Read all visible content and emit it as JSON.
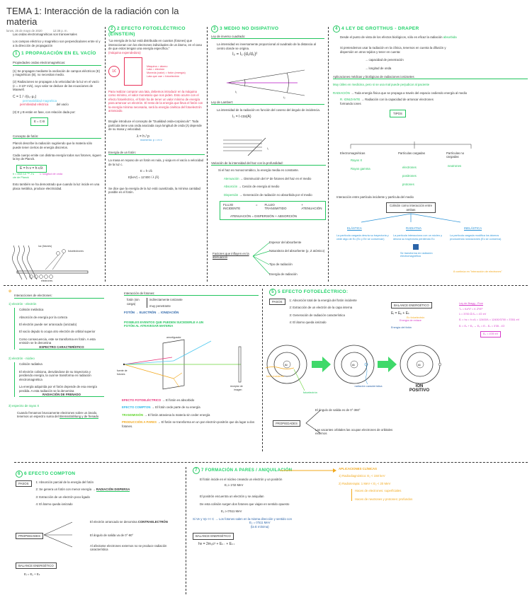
{
  "header": {
    "title": "TEMA 1: Interacción de la radiación con la materia",
    "date": "lunes, 25 de mayo de 2020",
    "time": "12:38 p. m."
  },
  "col1": {
    "intro1": "Las ondas electromagnéticas son transversales",
    "intro2": "Los campos eléctrico y magnético son perpendiculares entre sí y a la dirección de propagación",
    "section_title": "1 Propagación en el vacío",
    "props_head": "Propiedades ondas electromagnéticas:",
    "p1": "(1) Se propagan mediante la oscilación de campos eléctricos (E) y magnéticos (B), no necesitan medio.",
    "p2": "(2) Radiaciones se propagan a la velocidad de la luz en el vacío (c = 3·10⁸ m/s), cuyo valor se deduce de las ecuaciones de Maxwell.",
    "c_formula": "C = 1 / √(ε₀·μ₀)",
    "mu_label": "permeabilidad magnética",
    "eps_label": "permitividad eléctrica",
    "del_vacio": "del vacío",
    "p3": "(3) E y B están en fase, con relación dada por:",
    "e_cb": "E = C·B",
    "foton_head": "Concepto de fotón:",
    "planck": "Planck describe la radiación sugiriendo que la materia sólo puede tener ciertos de energía discretos.",
    "cuerpo": "Cada cuerpo emite con distinta energía todos sus fotones, siguen la ley de Planck.",
    "planck_formula": "E = h·ν = h·c/λ",
    "h_const": "h = 6'63·10⁻³⁴ J·s",
    "h_label": "cte de Planck",
    "lambda_label": "λ: longitud de onda",
    "demostrado": "Esto también se ha demostrado que cuando la luz incide en una placa metálica, produce electricidad.",
    "luz_label": "luz (fotones)",
    "fotoel_label": "fotoelectrones",
    "electrones_label": "electrones"
  },
  "col2": {
    "section_title": "2 Efecto fotoeléctrico (Einstein)",
    "quote": "\"La energía de la luz está distribuida en cuantos (fotones) que interaccionan con los electrones individuales de un átomo, en el caso de que estos tengan una energía específica.\"",
    "quote_note": "(máquina expendedora)",
    "badge": "1€",
    "machine_labels": [
      "Máquina = átomo",
      "Lata = electrón",
      "Moneda (valor) = fotón (energía)",
      "Lata que cae = fotoelectrón"
    ],
    "analogy": "Para realizar comprar una lata, debemos introducir en la máquina como mínimo, el valor monetario que nos piden. Esto ocurre con el efecto fotoeléctrico, el fotón ha de tener un valor mínimo de energía para arrancar un electrón. El resto de la energía que lleva el fotón con la energía mínima necesaria, será la energía cinética del fotoelectrón arrancado.",
    "broglie": "Broglie introduce el concepto de \"Dualidad onda-corpúsculo\": Toda partícula tiene una onda asociada cuya longitud de onda (λ) depende de su masa y velocidad.",
    "lambda_formula": "λ = h / p",
    "momento": "momento: p = m·v",
    "energia_head": "Energía de un fotón:",
    "energia_text": "La masa en reposo de un fotón es nula, y viaja en el vacío a velocidad de la luz c.",
    "e_formula": "E = h·c/λ",
    "e_kev": "E(keV) = 12'400 / λ (Å)",
    "decir": "Se dice que la energía de la luz está cuantizada, la mínima cantidad posible es el fotón."
  },
  "col3": {
    "section_title": "3 Medio no disipativo",
    "ley1": "Ley de inverso cuadrado:",
    "ley1_text": "La intensidad es inversamente proporcional al cuadrado de la distancia al centro donde se origina.",
    "ley1_formula": "I₂ = I₁·(d₁/d₂)²",
    "i1": "I₁",
    "i2": "I₂",
    "ley2": "Ley de Lambert:",
    "ley2_text": "La intensidad de la radiación es función del coseno del ángulo de incidencia.",
    "ley2_formula": "I₂ = I·cos(A)",
    "variacion": "Variación de la intensidad del haz con la profundidad:",
    "mono": "Si el haz es monocromático, la energía media es constante.",
    "aten_lbl": "Atenuación",
    "aten": "Disminución del nº de fotones del haz en el medio",
    "abs_lbl": "Absorción",
    "abs": "Cesión de energía al medio",
    "disp_lbl": "Dispersión",
    "disp": "Generación de radiación no absorbida por el medio",
    "flujo1": "FLUJO INCIDENTE",
    "flujo2": "FLUJO TRANSMITIDO",
    "aten_sum": "+ ATENUACIÓN",
    "aten_eq": "ATENUACIÓN = DISPERSIÓN + ABSORCIÓN",
    "factores": "Factores que influyen en la atenuación",
    "factores_list": [
      "Espesor del absorbente",
      "Naturaleza del absorbente (ρ, Z atómico)",
      "Tipo de radiación",
      "Energía de radiación"
    ]
  },
  "col4": {
    "section_title": "4 Ley de Grotthus - Draper",
    "text1": "Desde el punto de vista de los efectos biológicos, sólo es eficaz la radiación",
    "absorbida": "absorbida",
    "text2": "Si pretendemos usar la radiación en la clínica, tenemos en cuenta la difusión y dispersión en otros tejidos y tener en cuenta:",
    "list": [
      "capacidad de penetración",
      "longitud de onda"
    ],
    "apps_head": "Aplicaciones médicas y biológicas de radiaciones ionizantes",
    "apps_note": "Muy útiles en medicina, pero si se usa mal puede perjudicar al paciente",
    "radiacion_lbl": "RADIACIÓN",
    "radiacion_def": "Toda energía física que se propaga a través del espacio cediendo energía al medio",
    "ionizante_lbl": "R. IONIZANTE",
    "ionizante_def": "Radiación con la capacidad de arrancar electrones formando iones",
    "tipos": "TIPOS",
    "tipos_cols": [
      {
        "name": "Electromagnéticas",
        "items": [
          "Rayos X",
          "Rayos gamma"
        ]
      },
      {
        "name": "Partículas cargadas",
        "items": [
          "electrones",
          "positrones",
          "protones"
        ]
      },
      {
        "name": "Partículas no cargadas",
        "items": [
          "neutrones"
        ]
      }
    ],
    "interaccion_head": "Interacción entre partícula incidente y partícula del medio",
    "colision": "Colisión como interacción entre ambas",
    "tipos_col": [
      {
        "name": "ELÁSTICA",
        "desc": "La partícula cargada desvía su trayectoria y cede algo de Ec (Ec y Ee se conservan)"
      },
      {
        "name": "RADIATIVA",
        "desc": "La partícula interacciona con un núcleo y desvía su trayectoria perdiendo Ec"
      },
      {
        "name": "INELÁSTICA",
        "desc": "La partícula cargada modifica los átomos produciendo ionizaciones (Ec se conserva)"
      }
    ],
    "radiativa_result": "Se transforma en radiación electromagnética",
    "continua": "8 continúa en \"interacción de electrones\""
  },
  "mid1": {
    "head": "Interacciones de electrones:",
    "a_head": "1) electrón - electrón",
    "a_items": [
      "Colisión inelástica",
      "Absorción de energía por la corteza",
      "El electrón puede ser arrancado (ionizado)",
      "El vacío dejado lo ocupa otro electrón de orbital superior",
      "Como consecuencia, este se transforma en fotón. A esta emisión se le denomina"
    ],
    "a_result": "ESPECTRO CARACTERÍSTICO",
    "b_head": "2) electrón - núcleo",
    "b_items": [
      "Colisión radiativa",
      "El electrón colisiona, desviándose de su trayectoria y perdiendo energía, la cual se transforma en radiación electromagnética",
      "La energía adquirida por el fotón depende de esa energía perdida. A esta radiación se la denomina"
    ],
    "b_result": "RADIACIÓN DE FRENADO",
    "c_head": "3) espectro de rayos X",
    "c_text": "Cuando frenamos bruscamente electrones sobre un ánodo, tenemos un espectro suma del",
    "c_tail": "Bremsstrahlung y de frenado"
  },
  "mid2": {
    "head": "Interacción de fotones:",
    "foton": "fotón (sin carga)",
    "prop1": "indirectamente ionizante",
    "prop2": "muy penetrante",
    "chain": [
      "FOTÓN",
      "ELECTRÓN",
      "IONIZACIÓN"
    ],
    "posibles": "POSIBLES EVENTOS QUE PUEDEN SUCEDERLE A UN FOTÓN AL ATRAVESAR MATERIA",
    "amortiguador": "amortiguador",
    "fuente": "fuente de fotones",
    "receptor": "receptor de imagen",
    "events": [
      {
        "name": "EFECTO FOTOELÉCTRICO",
        "desc": "El fotón es absorbido",
        "color": "#e8337a"
      },
      {
        "name": "EFECTO COMPTON",
        "desc": "El fotón cede parte de su energía",
        "color": "#2ab6e8"
      },
      {
        "name": "TRANSMISIÓN",
        "desc": "El fotón atraviesa la materia sin ceder energía",
        "color": "#5fd42a"
      },
      {
        "name": "PRODUCCIÓN A PARES",
        "desc": "El fotón se transforma en un par electrón-positrón que da lugar a dos fotones.",
        "color": "#f2a91e"
      }
    ]
  },
  "mid3": {
    "section_title": "5 Efecto fotoeléctrico:",
    "pasos": "PASOS",
    "steps": [
      "1: Absorción total de la energía del fotón incidente",
      "2: Extracción de un electrón de la capa interna",
      "3: Generación de radiación característica",
      "4: El átomo queda ionizado"
    ],
    "balance": "BALANCE ENERGÉTICO",
    "balance_eq": "Eᵢ = Eₑ + Eₖ",
    "ec_label": "Ec fotoelectrón",
    "el_label": "Energía de enlace",
    "ef_label": "Energía del fotón",
    "atom": "Al",
    "foton_inc": "fotón incidente",
    "fotoelectron": "fotoelectrón",
    "rad_car": "radiación característica",
    "ion": "ION POSITIVO",
    "propiedades": "PROPIEDADES",
    "prop_items": [
      "El ángulo de salida es de 0°-360°",
      "Las vacantes orbitales las ocupan electrones de orbitales externos"
    ],
    "bragg_head": "Ley de Bragg - Pore",
    "bragg": [
      "Tₑ = Kz²λ³ = K Z³/E³",
      "λ = 3700 Å    Eₑ = 4'2 eV",
      "Eᵢ = hc = h c/λ = 12400/λ = 12400/3700 = 3'351 eV",
      "Eᵢ = Eₑ + Eₖ → Eₖ = Eᵢ - Eₑ = 3'35 - 4'2"
    ],
    "bragg_result": "Eₖ = 4'09 eV"
  },
  "bot1": {
    "section_title": "6 Efecto Compton",
    "pasos": "PASOS",
    "steps": [
      "1: Absorción parcial de la energía del fotón",
      "2: Se genera un fotón con menor energía →",
      "3: Extracción de un electrón poco ligado",
      "4: El átomo queda ionizado"
    ],
    "step2_tail": "RADIACIÓN DISPERSA",
    "propiedades": "PROPIEDADES",
    "prop_items": [
      "El electrón arrancado se denomina",
      "El ángulo de salida va de 0°-90°",
      "Al afectarse electrones externos no se produce radiación característica"
    ],
    "prop1_tail": "CONTRAELECTRÓN",
    "balance": "BALANCE ENERGÉTICO",
    "balance_eq": "Eᵢ = E₂ + Eₖ"
  },
  "bot2": {
    "section_title": "7 Formación a pares / aniquilación",
    "apps_title": "Aplicaciones clínicas",
    "b1": "El fotón incide en el núcleo creando un electrón y un positrón",
    "b1_eq": "Eᵢ ≥ 1'02 MeV",
    "b2": "El positrón encuentra un electrón y se aniquilan",
    "b3": "De esta colisión surgen dos fotones que viajan en sentido opuesto",
    "b3_eq": "E₂ ≥ 0'511 MeV",
    "note": "Si Ve y Vp << C → Los fotones salen en la misma dirección y sentido con",
    "note_eq": "E₂ = 0'511 MeV",
    "note_tail": "(la E mínima)",
    "balance": "BALANCE ENERGÉTICO",
    "balance_eq": "hν = 2m₀c² + Eₖ₋ + Eₖ₊",
    "apps": [
      "1) Radiodiagnóstico: E₂ < 150 keV",
      "2) Radioterapia: 1 MeV < E₂ < 20 MeV"
    ],
    "apps_sub": [
      "Haces de electrones: superficiales",
      "Haces de neutrones y protones: profundos"
    ]
  },
  "colors": {
    "green": "#22c55e",
    "red": "#e8335a",
    "blue": "#2a93d8",
    "magenta": "#d63ac9",
    "orange": "#f2a91e"
  }
}
